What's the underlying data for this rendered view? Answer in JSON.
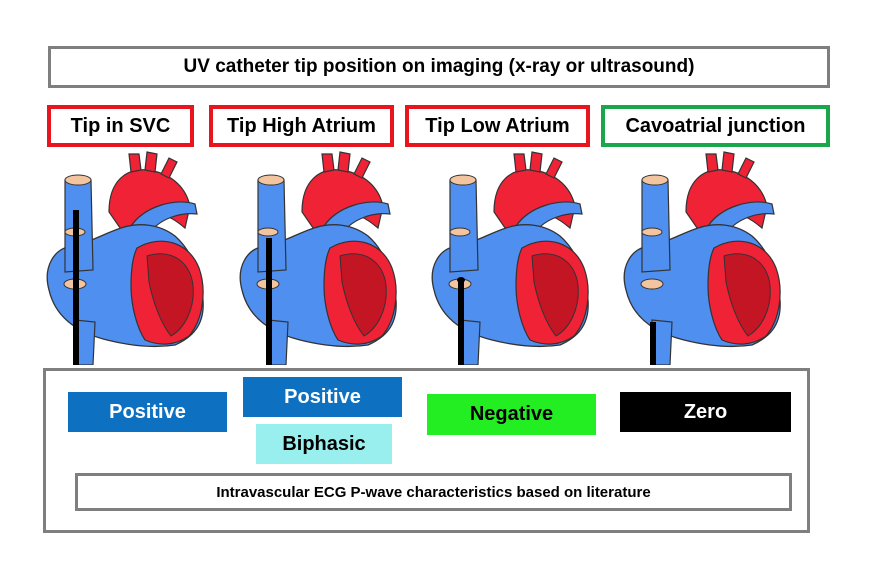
{
  "title": "UV catheter tip position on imaging (x-ray or ultrasound)",
  "positions": [
    {
      "label": "Tip in SVC",
      "border_color": "#e8141e"
    },
    {
      "label": "Tip High Atrium",
      "border_color": "#e8141e"
    },
    {
      "label": "Tip Low Atrium",
      "border_color": "#e8141e"
    },
    {
      "label": "Cavoatrial junction",
      "border_color": "#1aa64b"
    }
  ],
  "ecg": {
    "svc": {
      "label": "Positive",
      "bg": "#0e70c0",
      "fg": "#ffffff"
    },
    "high_atrium_1": {
      "label": "Positive",
      "bg": "#0e70c0",
      "fg": "#ffffff"
    },
    "high_atrium_2": {
      "label": "Biphasic",
      "bg": "#99eeee",
      "fg": "#000000"
    },
    "low_atrium": {
      "label": "Negative",
      "bg": "#22ee22",
      "fg": "#000000"
    },
    "cavoatrial": {
      "label": "Zero",
      "bg": "#000000",
      "fg": "#ffffff"
    }
  },
  "footer": "Intravascular ECG  P-wave characteristics based on literature",
  "colors": {
    "vein_blue": "#4f8ff0",
    "artery_red": "#ef2236",
    "chamber_dark_red": "#c31524",
    "valve_tan": "#f2c4a0",
    "catheter": "#000000",
    "frame_gray": "#7f7f7f"
  }
}
